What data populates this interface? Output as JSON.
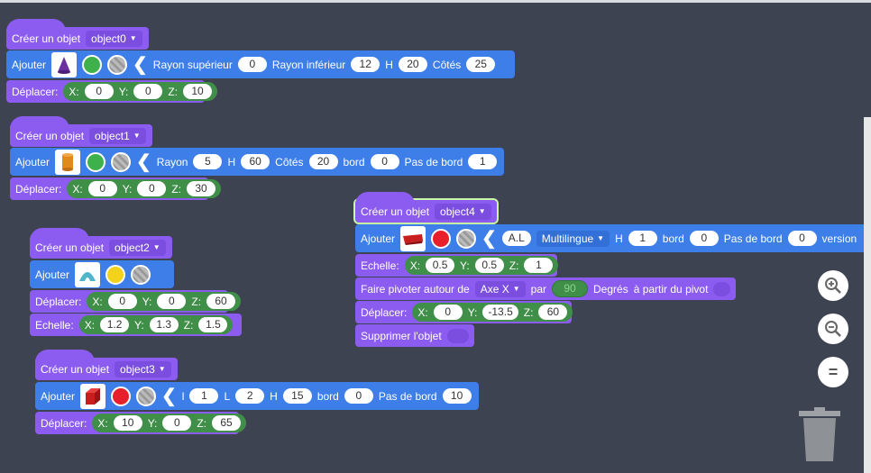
{
  "colors": {
    "bg": "#3d4350",
    "purple": "#8c5cf0",
    "blue": "#3d7ee8",
    "green": "#3f8f48"
  },
  "labels": {
    "create": "Créer un objet",
    "add": "Ajouter",
    "move": "Déplacer:",
    "scale": "Echelle:",
    "x": "X:",
    "y": "Y:",
    "z": "Z:"
  },
  "obj0": {
    "name": "object0",
    "r1_label": "Rayon supérieur",
    "r1": "0",
    "r2_label": "Rayon inférieur",
    "r2": "12",
    "h_label": "H",
    "h": "20",
    "sides_label": "Côtés",
    "sides": "25",
    "mx": "0",
    "my": "0",
    "mz": "10"
  },
  "obj1": {
    "name": "object1",
    "r_label": "Rayon",
    "r": "5",
    "h_label": "H",
    "h": "60",
    "sides_label": "Côtés",
    "sides": "20",
    "edge_label": "bord",
    "edge": "0",
    "step_label": "Pas de bord",
    "step": "1",
    "mx": "0",
    "my": "0",
    "mz": "30"
  },
  "obj2": {
    "name": "object2",
    "mx": "0",
    "my": "0",
    "mz": "60",
    "sx": "1.2",
    "sy": "1.3",
    "sz": "1.5"
  },
  "obj3": {
    "name": "object3",
    "l_label": "l",
    "l": "1",
    "L_label": "L",
    "L": "2",
    "h_label": "H",
    "h": "15",
    "edge_label": "bord",
    "edge": "0",
    "step_label": "Pas de bord",
    "step": "10",
    "mx": "10",
    "my": "0",
    "mz": "65"
  },
  "obj4": {
    "name": "object4",
    "text": "A.L",
    "font": "Multilingue",
    "h_label": "H",
    "h": "1",
    "edge_label": "bord",
    "edge": "0",
    "step_label": "Pas de bord",
    "step": "0",
    "version_label": "version",
    "sx": "0.5",
    "sy": "0.5",
    "sz": "1",
    "rotate_label": "Faire pivoter autour de",
    "axis": "Axe X",
    "by_label": "par",
    "deg": "90",
    "deg_label": "Degrés",
    "pivot_label": "à partir du pivot",
    "mx": "0",
    "my": "-13.5",
    "mz": "60",
    "delete_label": "Supprimer l'objet"
  },
  "controls": {
    "zoom_in": "+",
    "zoom_out": "−",
    "reset": "="
  }
}
